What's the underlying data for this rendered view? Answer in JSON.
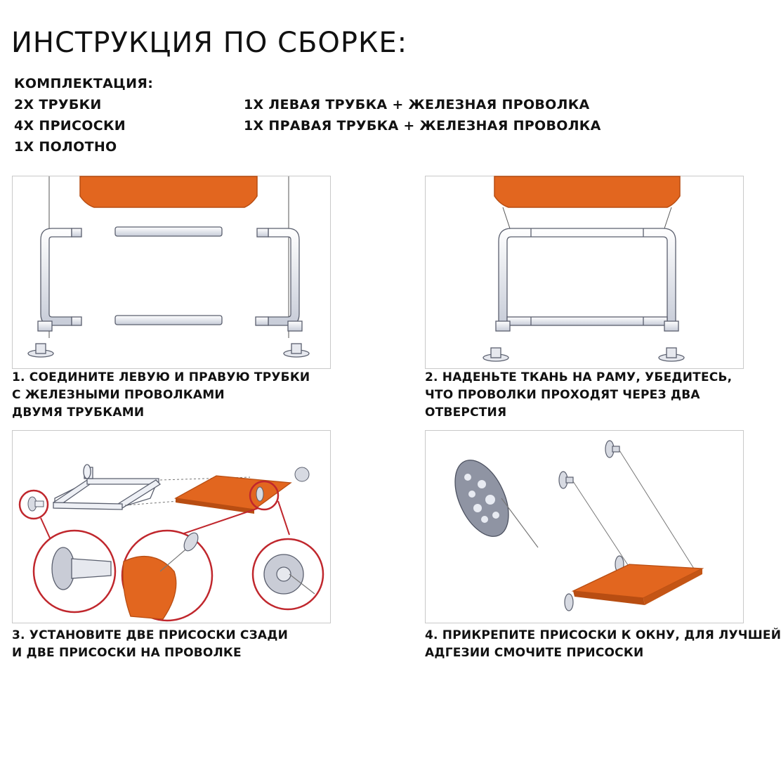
{
  "title": "ИНСТРУКЦИЯ ПО СБОРКЕ:",
  "kit": {
    "heading": "КОМПЛЕКТАЦИЯ:",
    "left_items": [
      "2Х ТРУБКИ",
      "4Х ПРИСОСКИ",
      "1Х ПОЛОТНО"
    ],
    "right_items": [
      "1Х ЛЕВАЯ ТРУБКА + ЖЕЛЕЗНАЯ ПРОВОЛКА",
      "1Х ПРАВАЯ ТРУБКА + ЖЕЛЕЗНАЯ ПРОВОЛКА"
    ]
  },
  "steps": [
    {
      "lines": [
        "1. СОЕДИНИТЕ ЛЕВУЮ И ПРАВУЮ ТРУБКИ",
        "С ЖЕЛЕЗНЫМИ ПРОВОЛКАМИ",
        "ДВУМЯ ТРУБКАМИ"
      ]
    },
    {
      "lines": [
        "2. НАДЕНЬТЕ ТКАНЬ НА РАМУ, УБЕДИТЕСЬ,",
        "ЧТО ПРОВОЛКИ ПРОХОДЯТ ЧЕРЕЗ ДВА",
        "ОТВЕРСТИЯ"
      ]
    },
    {
      "lines": [
        "3. УСТАНОВИТЕ ДВЕ ПРИСОСКИ СЗАДИ",
        "И ДВЕ ПРИСОСКИ НА ПРОВОЛКЕ"
      ]
    },
    {
      "lines": [
        "4. ПРИКРЕПИТЕ ПРИСОСКИ К ОКНУ, ДЛЯ ЛУЧШЕЙ",
        "АДГЕЗИИ СМОЧИТЕ ПРИСОСКИ"
      ]
    }
  ],
  "colors": {
    "fabric": "#e2661f",
    "fabric_dark": "#b84d12",
    "tube": "#eef0f5",
    "tube_stroke": "#5a5f6e",
    "zoom_ring": "#c0272d",
    "panel_border": "#c9c9c9"
  }
}
